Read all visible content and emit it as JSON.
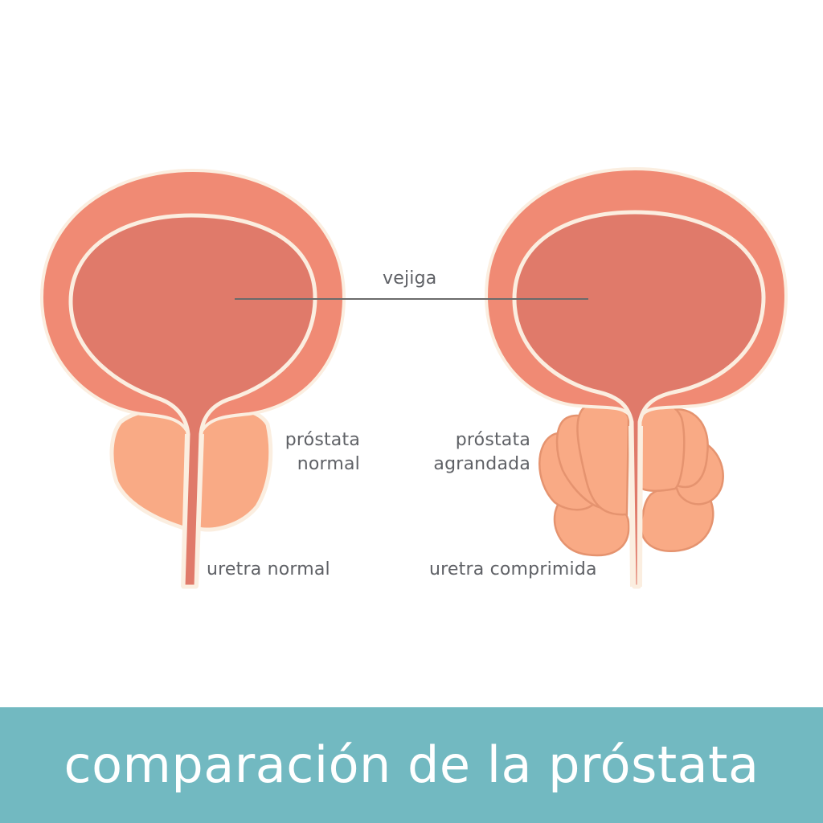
{
  "title": "comparación de la próstata",
  "labels": {
    "bladder": "vejiga",
    "normal_prostate": [
      "próstata",
      "normal"
    ],
    "enlarged_prostate": [
      "próstata",
      "agrandada"
    ],
    "normal_urethra": "uretra normal",
    "compressed_urethra": "uretra comprimida"
  },
  "colors": {
    "bladder_wall": "#f08a74",
    "bladder_inner": "#e07a6a",
    "outline": "#fbeee0",
    "prostate": "#f9aa85",
    "prostate_lobe_line": "#e08a6e",
    "urethra": "#e07a6a",
    "leader_line": "#6b6b6b",
    "label_text": "#5f6166",
    "banner": "#72b9c1",
    "banner_text": "#ffffff"
  }
}
